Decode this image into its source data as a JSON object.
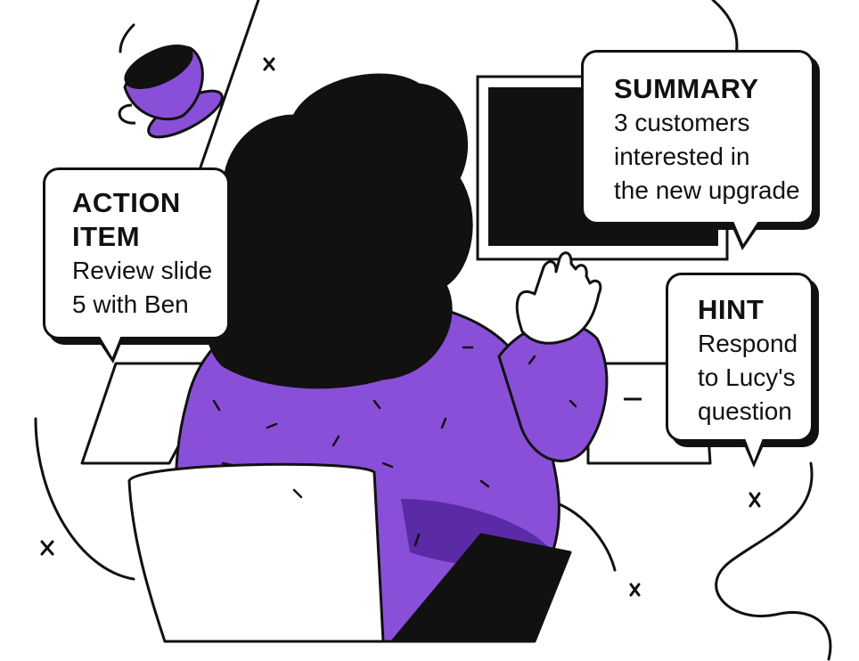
{
  "illustration": {
    "colors": {
      "accent": "#8a4fd8",
      "accent_dark": "#5b2aa6",
      "ink": "#111111",
      "paper": "#ffffff"
    },
    "icons": [
      "coffee-cup-icon",
      "sparkle-x-icon",
      "laptop-screen-icon",
      "person-at-desk-figure"
    ]
  },
  "bubbles": {
    "action_item": {
      "title_line1": "ACTION",
      "title_line2": "ITEM",
      "text_line1": "Review slide",
      "text_line2": "5 with Ben"
    },
    "summary": {
      "title": "SUMMARY",
      "text_line1": "3 customers",
      "text_line2": "interested in",
      "text_line3": "the new upgrade"
    },
    "hint": {
      "title": "HINT",
      "text_line1": "Respond",
      "text_line2": "to Lucy's",
      "text_line3": "question"
    }
  }
}
